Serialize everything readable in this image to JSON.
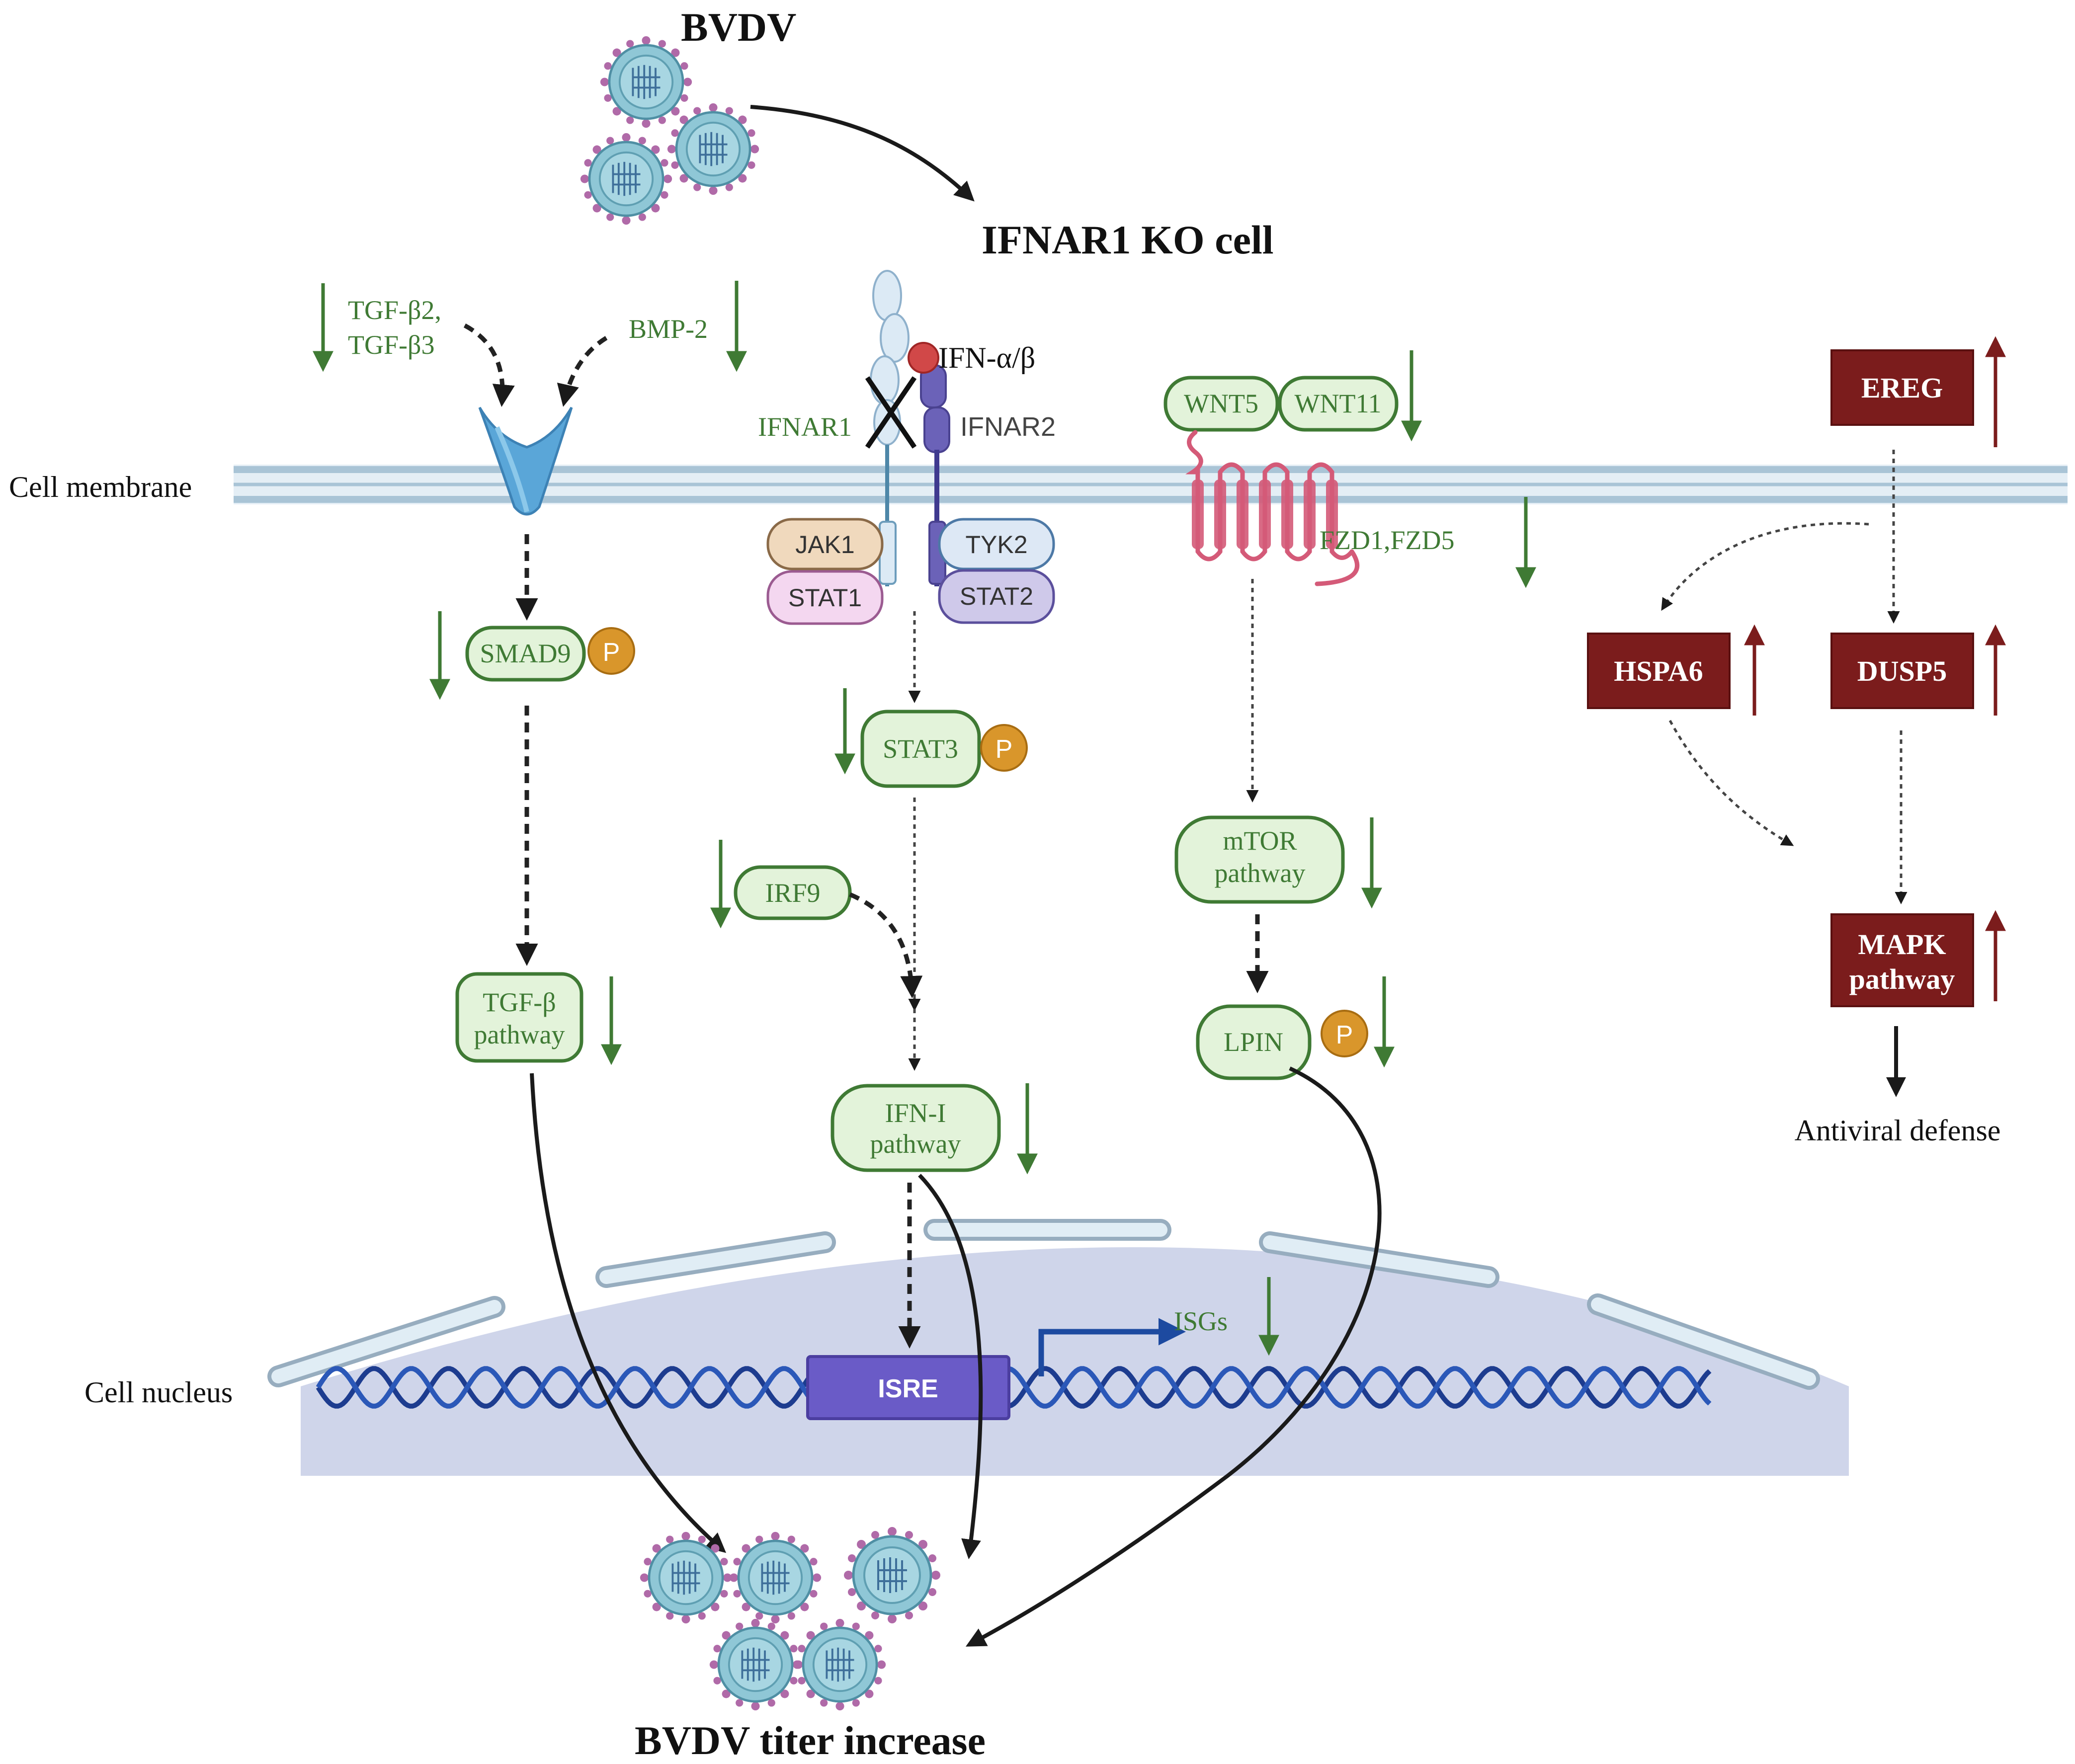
{
  "title_virus": "BVDV",
  "title_cell": "IFNAR1 KO cell",
  "membrane_label": "Cell membrane",
  "nucleus_label": "Cell nucleus",
  "bottom_title": "BVDV titer increase",
  "tgf_ligands_line1": "TGF-β2,",
  "tgf_ligands_line2": "TGF-β3",
  "bmp2": "BMP-2",
  "smad9": "SMAD9",
  "p_label": "P",
  "tgf_pathway_line1": "TGF-β",
  "tgf_pathway_line2": "pathway",
  "ifn_ligand": "IFN-α/β",
  "ifnar1": "IFNAR1",
  "ifnar2": "IFNAR2",
  "jak1": "JAK1",
  "tyk2": "TYK2",
  "stat1": "STAT1",
  "stat2": "STAT2",
  "stat3": "STAT3",
  "irf9": "IRF9",
  "ifni_line1": "IFN-I",
  "ifni_line2": "pathway",
  "isre": "ISRE",
  "isgs": "ISGs",
  "wnt5": "WNT5",
  "wnt11": "WNT11",
  "fzd": "FZD1,FZD5",
  "mtor_line1": "mTOR",
  "mtor_line2": "pathway",
  "lpin": "LPIN",
  "ereg": "EREG",
  "hspa6": "HSPA6",
  "dusp5": "DUSP5",
  "mapk_line1": "MAPK",
  "mapk_line2": "pathway",
  "antiviral": "Antiviral defense",
  "colors": {
    "down_green": "#3f7a34",
    "box_green_fill": "#e3f3da",
    "up_red": "#7b1c1c",
    "membrane": "#c9dbe6",
    "nucleus": "#cfd5ea",
    "dna": "#1d3c8f",
    "isre_box": "#6a5bc7",
    "phospho": "#d9962b"
  }
}
